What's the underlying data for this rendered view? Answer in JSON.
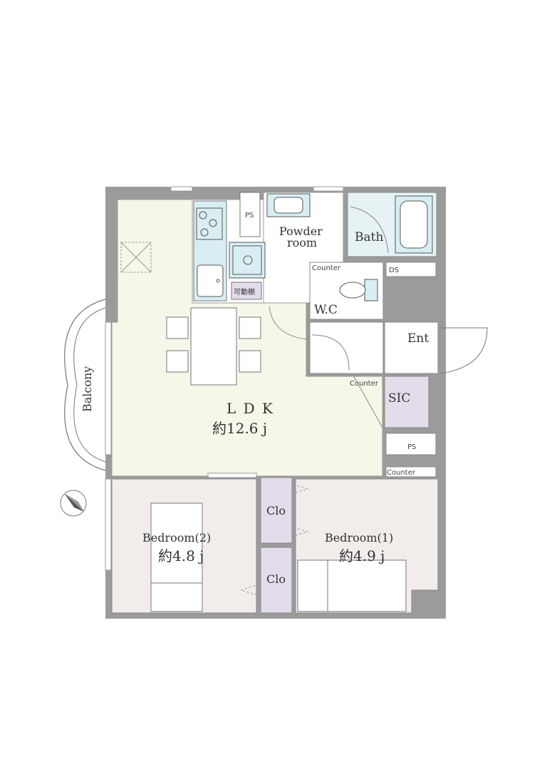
{
  "colors": {
    "wall": "#9b9b9b",
    "ldk_floor": "#f6f6e9",
    "bedroom_floor": "#f2eceb",
    "wet_floor": "#e6f2f4",
    "closet_floor": "#e4dcea",
    "fixture": "#d8eef3",
    "line": "#777777"
  },
  "rooms": {
    "ldk": {
      "name": "L D K",
      "area": "約12.6 j"
    },
    "bedroom2": {
      "name": "Bedroom(2)",
      "area": "約4.8 j"
    },
    "bedroom1": {
      "name": "Bedroom(1)",
      "area": "約4.9 j"
    },
    "powder": {
      "line1": "Powder",
      "line2": "room"
    },
    "bath": {
      "name": "Bath"
    },
    "wc": {
      "name": "W.C"
    },
    "ent": {
      "name": "Ent"
    },
    "sic": {
      "name": "SIC"
    },
    "balcony": {
      "name": "Balcony"
    },
    "clo_upper": {
      "name": "Clo"
    },
    "clo_lower": {
      "name": "Clo"
    }
  },
  "labels": {
    "ps_top": "PS",
    "ps_right": "PS",
    "ds": "DS",
    "counter_wc": "Counter",
    "counter_hall": "Counter",
    "counter_right": "Counter",
    "movable_shelf": "可動棚"
  },
  "icons": {
    "compass": "north-arrow-icon",
    "stove": "gas-stove-icon",
    "sink": "kitchen-sink-icon",
    "bathtub": "bathtub-icon",
    "toilet": "toilet-icon",
    "washbasin": "washbasin-icon",
    "washer": "washing-machine-pan-icon",
    "dining": "dining-table-icon",
    "bed": "bed-icon"
  }
}
